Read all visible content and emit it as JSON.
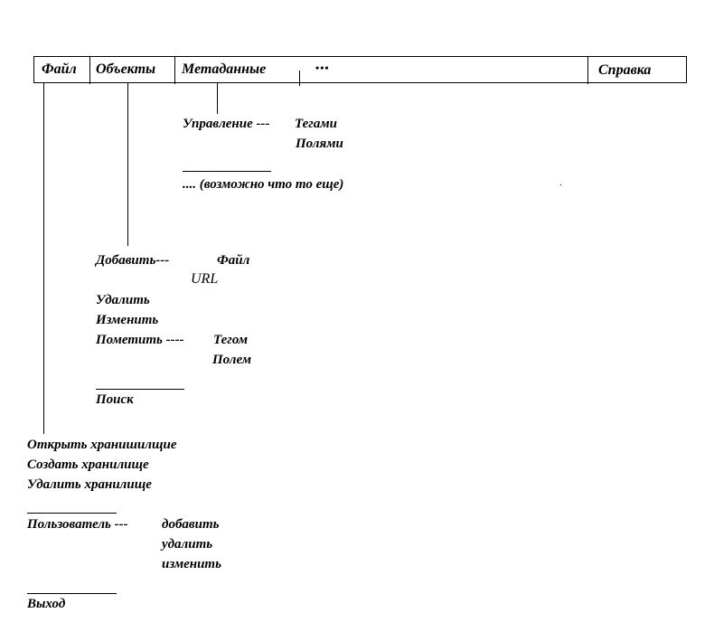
{
  "menubar": {
    "file": "Файл",
    "objects": "Объекты",
    "metadata": "Метаданные",
    "ellipsis": "•••",
    "help": "Справка"
  },
  "metadata_menu": {
    "manage": "Управление ---",
    "tags": "Тегами",
    "fields": "Полями",
    "more": ".... (возможно что то еще)"
  },
  "objects_menu": {
    "add": "Добавить---",
    "add_file": "Файл",
    "add_url": "URL",
    "delete": "Удалить",
    "edit": "Изменить",
    "mark": "Пометить ----",
    "mark_tag": "Тегом",
    "mark_field": "Полем",
    "search": "Поиск"
  },
  "file_menu": {
    "open_storage": "Открыть хранишилщие",
    "create_storage": "Создать хранилище",
    "delete_storage": "Удалить хранилище",
    "user": "Пользователь ---",
    "user_add": "добавить",
    "user_delete": "удалить",
    "user_edit": "изменить",
    "exit": "Выход"
  }
}
